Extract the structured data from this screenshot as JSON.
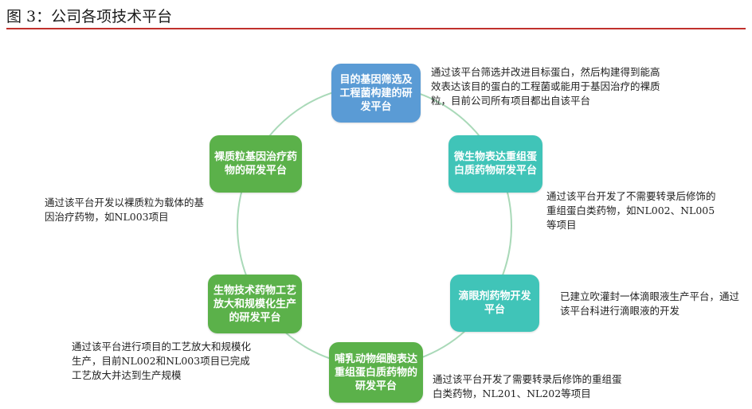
{
  "title": "图 3：公司各项技术平台",
  "colors": {
    "title_rule": "#c0302c",
    "ring": "#a9d9b8",
    "blue": "#5a9bd5",
    "teal": "#40c4b8",
    "green": "#5bb14a"
  },
  "nodes": [
    {
      "id": "screening",
      "label": "目的基因筛选及工程菌构建的研发平台",
      "color": "blue",
      "desc": "通过该平台筛选并改进目标蛋白，然后构建得到能高效表达该目的蛋白的工程菌或能用于基因治疗的裸质粒，目前公司所有项目都出自该平台"
    },
    {
      "id": "microbial",
      "label": "微生物表达重组蛋白质药物研发平台",
      "color": "teal",
      "desc": "通过该平台开发了不需要转录后修饰的重组蛋白类药物，如NL002、NL005等项目"
    },
    {
      "id": "eyedrops",
      "label": "滴眼剂药物开发平台",
      "color": "teal",
      "desc": "已建立吹灌封一体滴眼液生产平台，通过该平台科进行滴眼液的开发"
    },
    {
      "id": "mammalian",
      "label": "哺乳动物细胞表达重组蛋白质药物的研发平台",
      "color": "green",
      "desc": "通过该平台开发了需要转录后修饰的重组蛋白类药物，NL201、NL202等项目"
    },
    {
      "id": "scaleup",
      "label": "生物技术药物工艺放大和规模化生产的研发平台",
      "color": "green",
      "desc": "通过该平台进行项目的工艺放大和规模化生产，目前NL002和NL003项目已完成工艺放大并达到生产规模"
    },
    {
      "id": "plasmid",
      "label": "裸质粒基因治疗药物的研发平台",
      "color": "green",
      "desc": "通过该平台开发以裸质粒为载体的基因治疗药物，如NL003项目"
    }
  ]
}
